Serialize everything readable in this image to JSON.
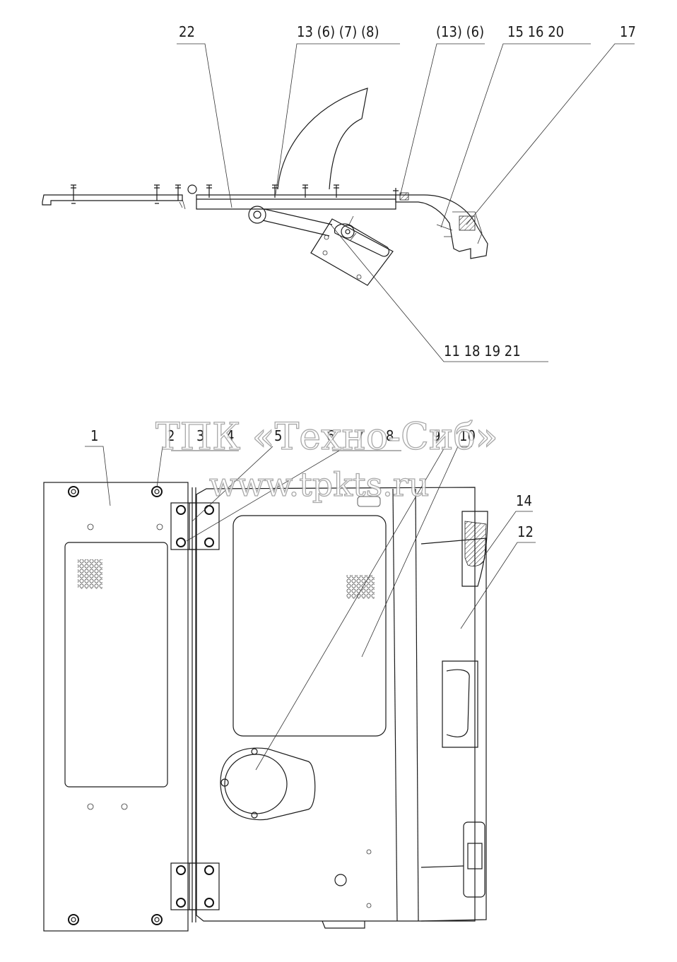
{
  "top_view": {
    "callouts": [
      {
        "key": "22",
        "text": "22"
      },
      {
        "key": "13_6_7_8",
        "text": "13   (6)   (7)   (8)"
      },
      {
        "key": "13_6b",
        "text": "(13)  (6)"
      },
      {
        "key": "15_16_20",
        "text": "15   16   20"
      },
      {
        "key": "17",
        "text": "17"
      },
      {
        "key": "11_18_19_21",
        "text": "11   18   19   21"
      }
    ]
  },
  "front_view": {
    "callouts": [
      {
        "key": "1",
        "text": "1"
      },
      {
        "key": "2",
        "text": "2"
      },
      {
        "key": "3",
        "text": "3"
      },
      {
        "key": "4",
        "text": "4"
      },
      {
        "key": "5",
        "text": "5"
      },
      {
        "key": "6",
        "text": "6"
      },
      {
        "key": "7",
        "text": "7"
      },
      {
        "key": "8",
        "text": "8"
      },
      {
        "key": "9",
        "text": "9"
      },
      {
        "key": "10",
        "text": "10"
      },
      {
        "key": "14",
        "text": "14"
      },
      {
        "key": "12",
        "text": "12"
      }
    ]
  },
  "watermark": {
    "line1": "ТПК «Техно-Сиб»",
    "line2": "www.tpkts.ru"
  }
}
